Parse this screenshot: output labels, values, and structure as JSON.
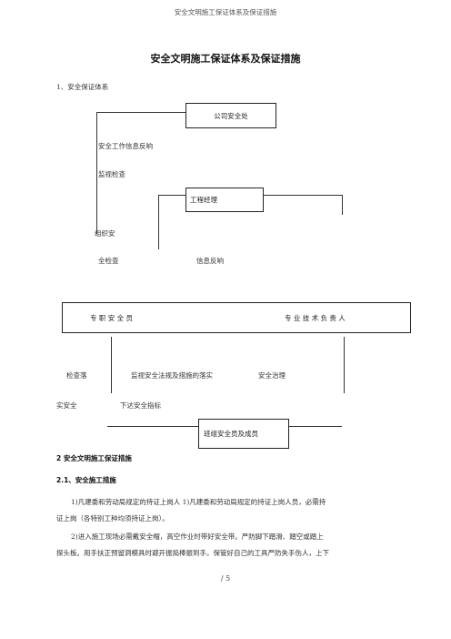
{
  "header": {
    "text": "安全文明施工保证体系及保证措施"
  },
  "doc": {
    "title": "安全文明施工保证体系及保证措施",
    "section1": "1、安全保证体系"
  },
  "diagram": {
    "company_safety": "公司安全处",
    "info_feedback_1": "安全工作信息反响",
    "supervise_check": "监视检查",
    "project_manager": "工程经理",
    "organize_safety": "组织安",
    "full_check": "全检查",
    "info_feedback_2": "信息反响",
    "full_time_safety": "专 职 安 全 员",
    "tech_lead": "专 业 技 术 负 责 人",
    "check_implement": "检查落",
    "supervise_regulations": "监视安全法规及措施的落实",
    "safety_governance": "安全治理",
    "implement_safety": "实安全",
    "issue_indicators": "下达安全指标",
    "team_safety": "班组安全员及成员"
  },
  "section2": {
    "heading": "2 安全文明施工保证措施",
    "sub_heading": "2.1、安全施工措施",
    "para1_line1": "1)凡建委和劳动局规定的持证上岗人 1)凡建委和劳动局规定的持证上岗人员，必需持",
    "para1_line2": "证上岗（各特别工种均须持证上岗）。",
    "para2_line1": "2)进入施工现场必需戴安全帽，高空作业时带好安全带。严防脚下踏滑、踏空或踏上",
    "para2_line2": "探头板。用手扶正预留洞模具时避开振捣棒振到手。保管好自己的工具严防失手伤人，上下"
  },
  "footer": {
    "page": "/ 5"
  }
}
